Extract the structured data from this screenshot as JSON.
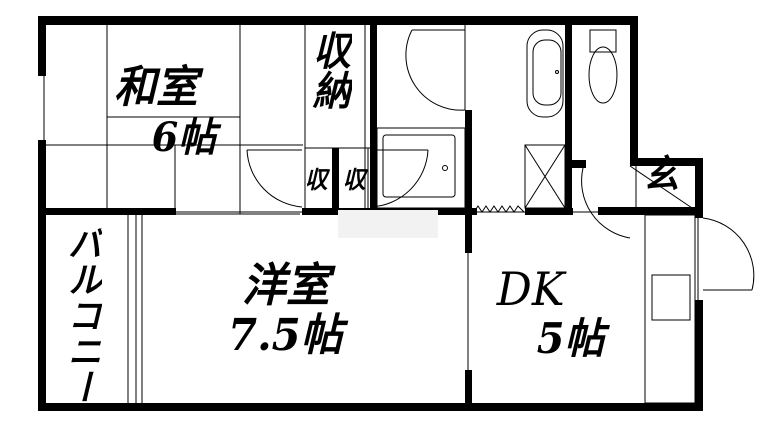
{
  "rooms": {
    "washitsu": {
      "name": "和室",
      "size": "6帖"
    },
    "storage_main": {
      "name": "収納"
    },
    "storage_small_1": {
      "name": "収"
    },
    "storage_small_2": {
      "name": "収"
    },
    "entrance": {
      "name": "玄"
    },
    "balcony": {
      "name": "バルコニー"
    },
    "youshitsu": {
      "name": "洋室",
      "size": "7.5帖"
    },
    "dk": {
      "name": "DK",
      "size": "5帖"
    }
  },
  "colors": {
    "wall": "#000000",
    "line": "#000000",
    "background": "#ffffff"
  }
}
